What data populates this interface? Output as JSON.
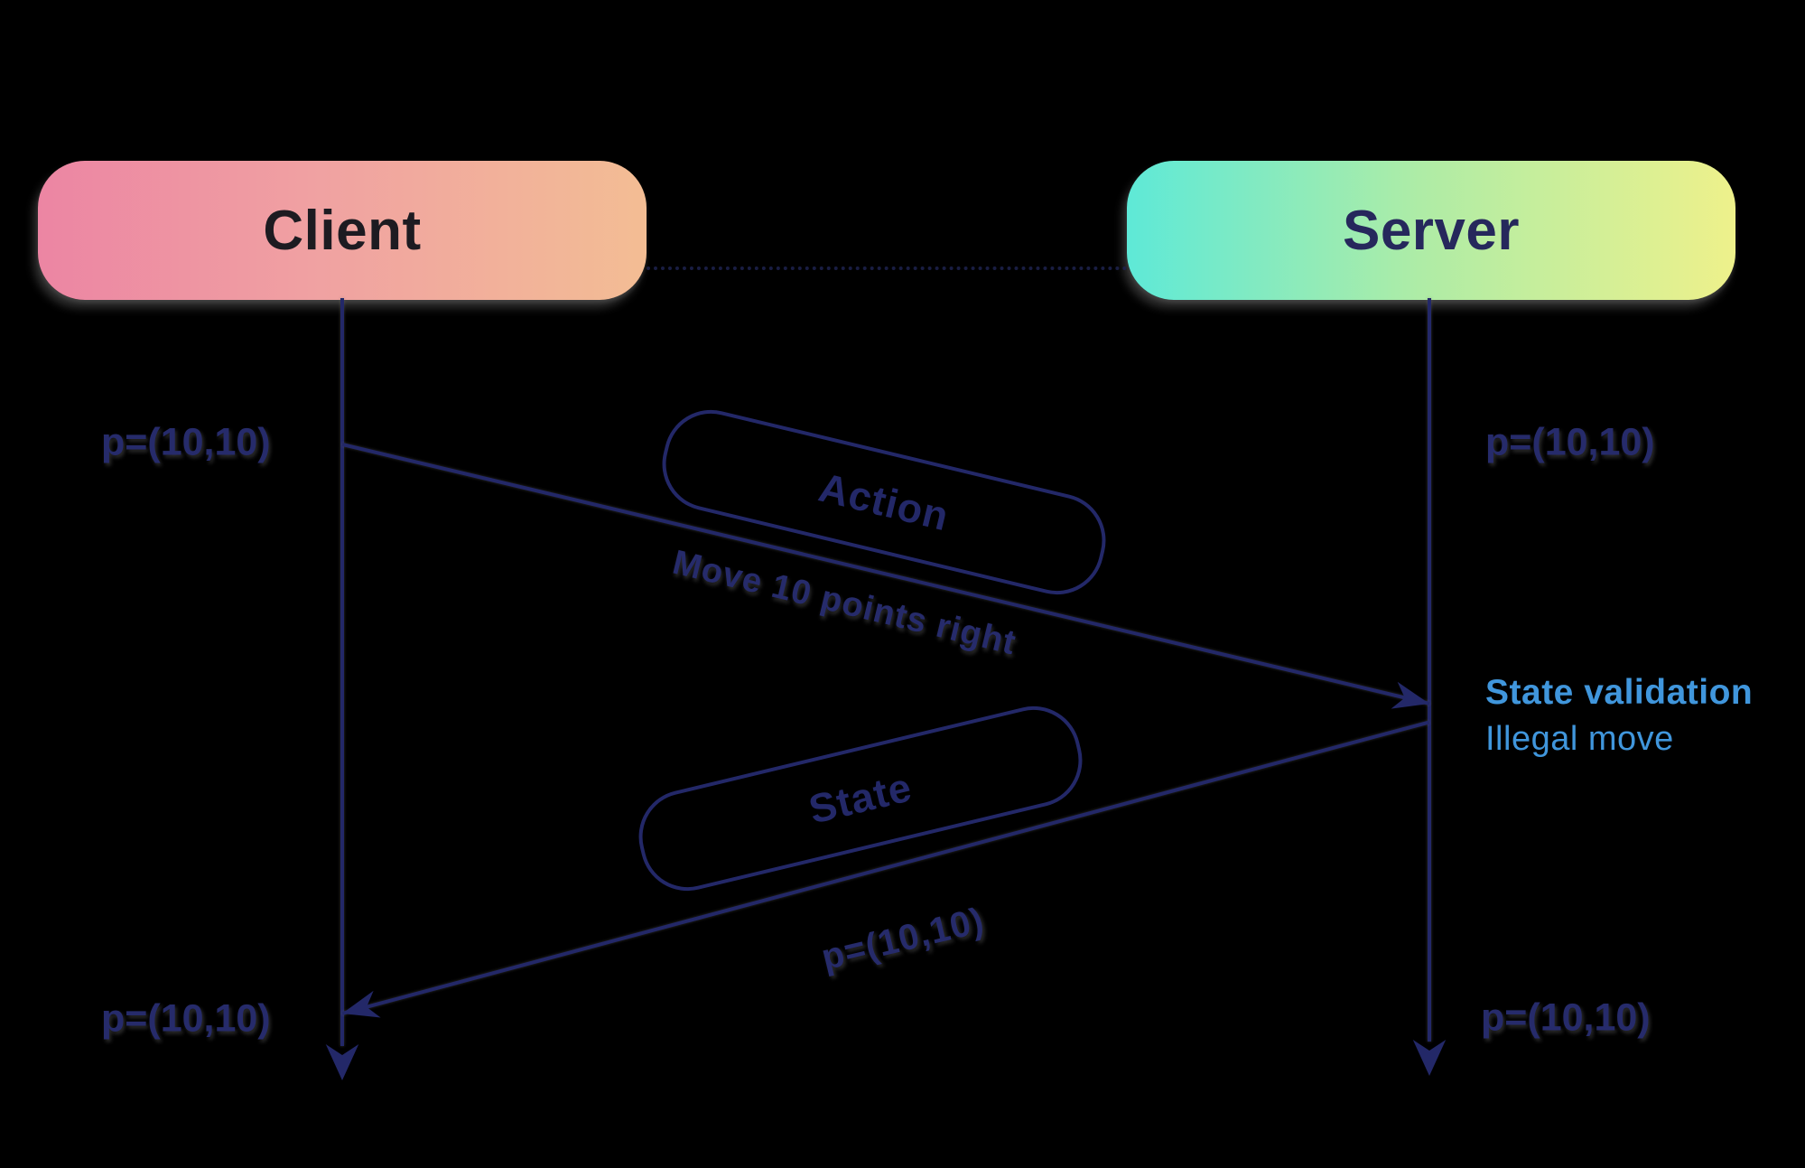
{
  "diagram": {
    "background": "#000000",
    "colors": {
      "line_navy": "#232868",
      "text_navy": "#262b6b",
      "validation_blue": "#4096dc",
      "client_gradient": [
        "#ec85a3",
        "#f0a1a2",
        "#f3bd94"
      ],
      "server_gradient": [
        "#5ee9d7",
        "#aeeca6",
        "#eef18b"
      ],
      "client_title_color": "#1d1b21",
      "server_title_color": "#26285c"
    },
    "actors": {
      "client": {
        "label": "Client"
      },
      "server": {
        "label": "Server"
      }
    },
    "messages": {
      "action": {
        "badge": "Action",
        "caption": "Move 10 points right"
      },
      "state": {
        "badge": "State",
        "caption": "p=(10,10)"
      }
    },
    "annotations": {
      "client_top": "p=(10,10)",
      "server_top": "p=(10,10)",
      "client_bottom": "p=(10,10)",
      "server_bottom": "p=(10,10)",
      "validation_title": "State validation",
      "validation_subtitle": "Illegal move"
    }
  }
}
